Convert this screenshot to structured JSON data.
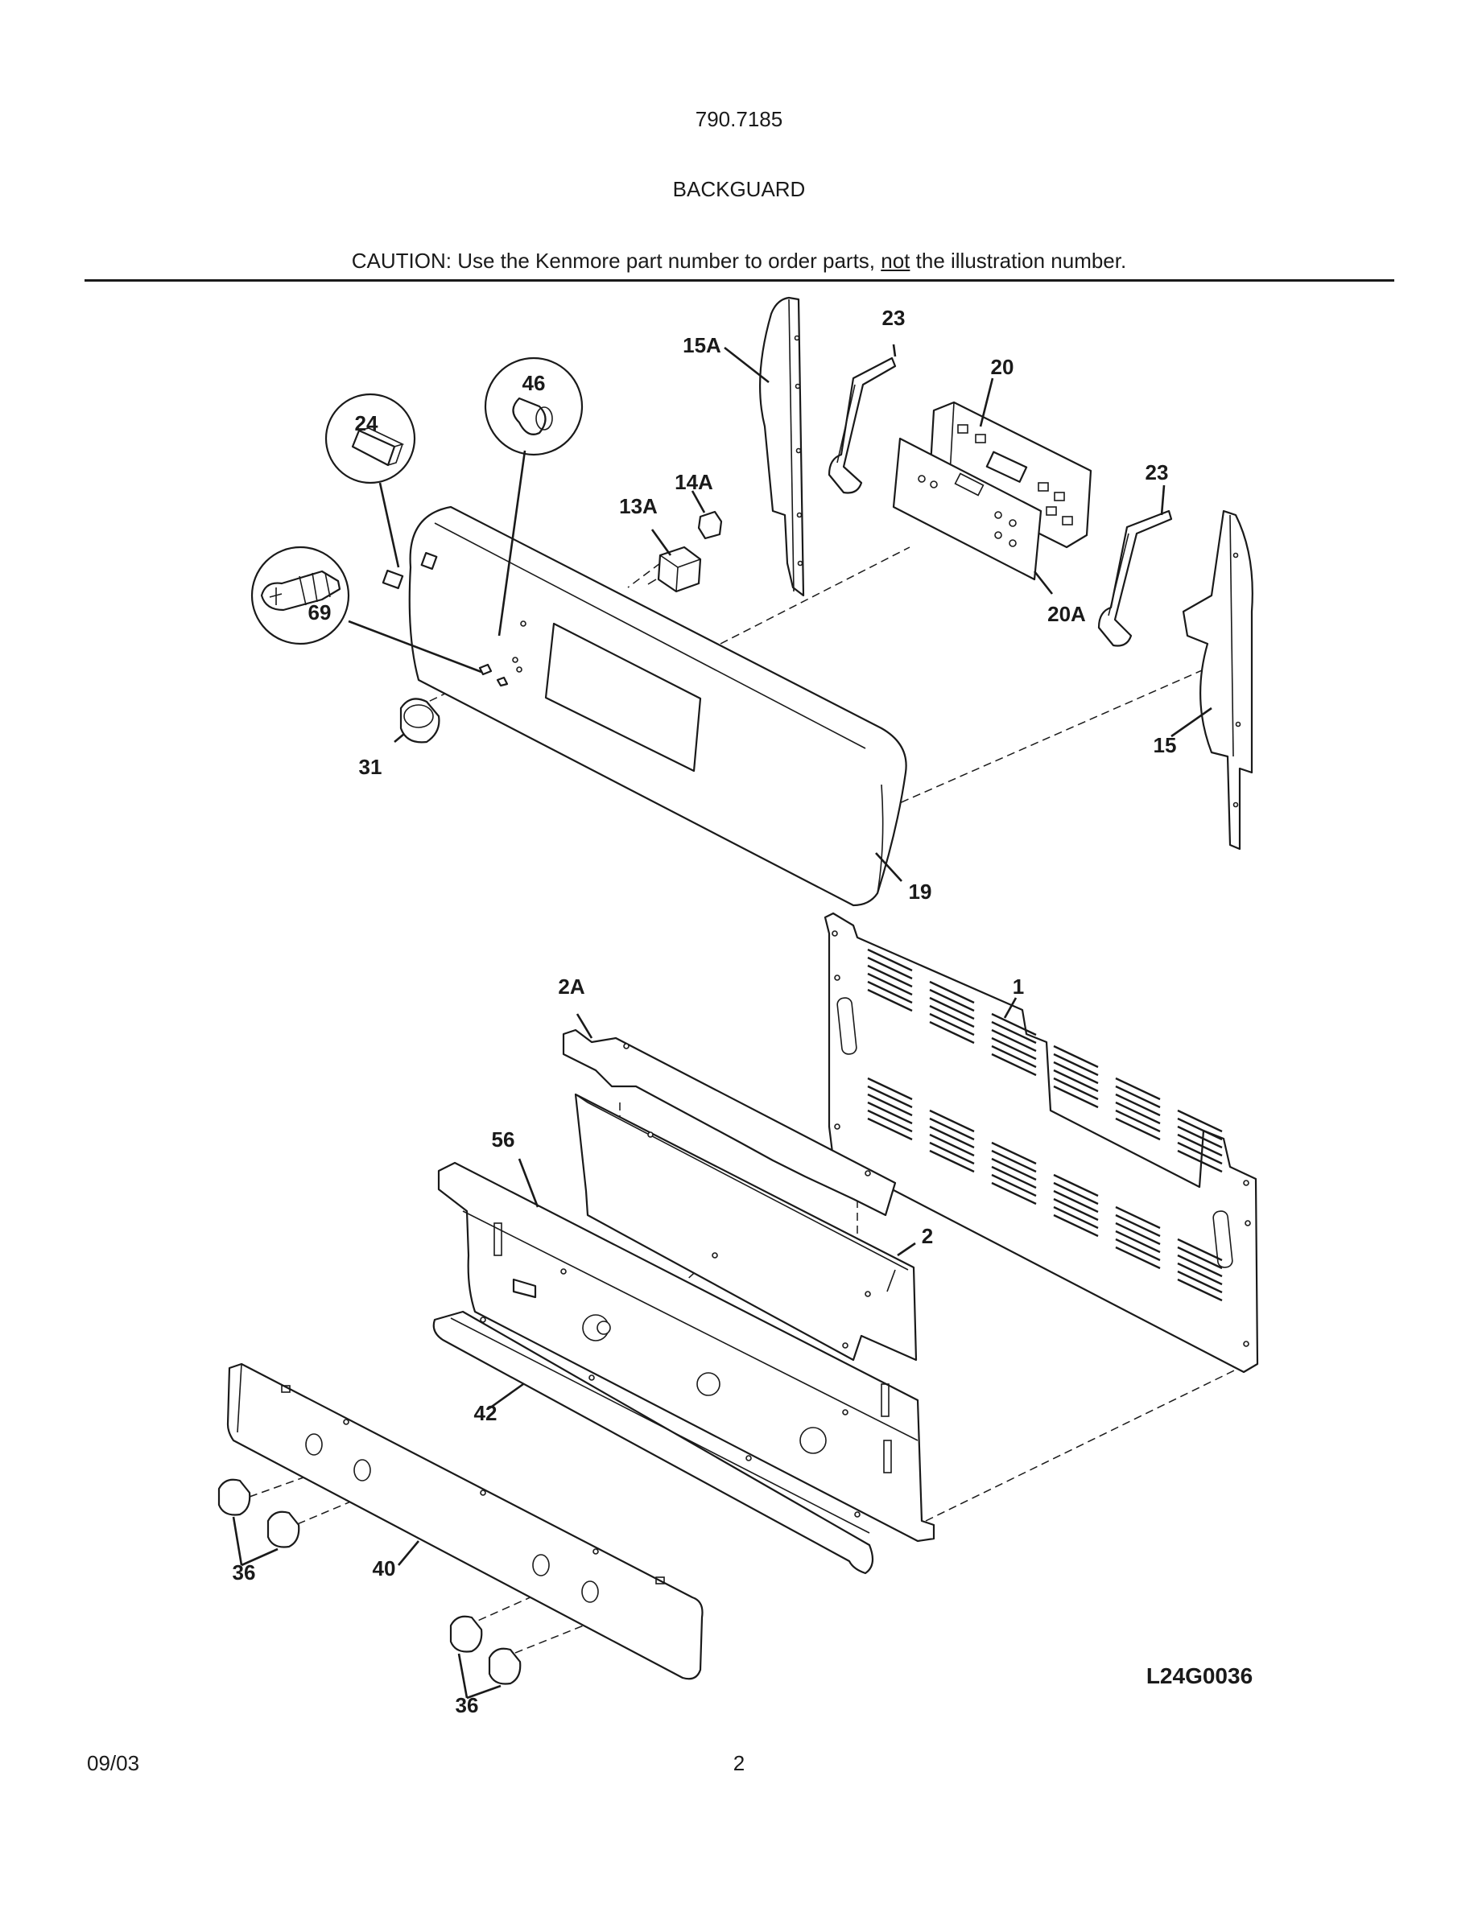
{
  "header": {
    "model": "790.7185",
    "section": "BACKGUARD",
    "caution_prefix": "CAUTION: Use the Kenmore part number to order parts, ",
    "caution_emphasis": "not",
    "caution_suffix": " the illustration number."
  },
  "diagram": {
    "drawing_code": "L24G0036",
    "callouts": {
      "c15A": "15A",
      "c23a": "23",
      "c20": "20",
      "c23b": "23",
      "c46": "46",
      "c24": "24",
      "c14A": "14A",
      "c13A": "13A",
      "c69": "69",
      "c20A": "20A",
      "c31": "31",
      "c15": "15",
      "c19": "19",
      "c2A": "2A",
      "c1": "1",
      "c56": "56",
      "c2": "2",
      "c42": "42",
      "c36a": "36",
      "c40": "40",
      "c36b": "36"
    }
  },
  "footer": {
    "date": "09/03",
    "page": "2"
  }
}
